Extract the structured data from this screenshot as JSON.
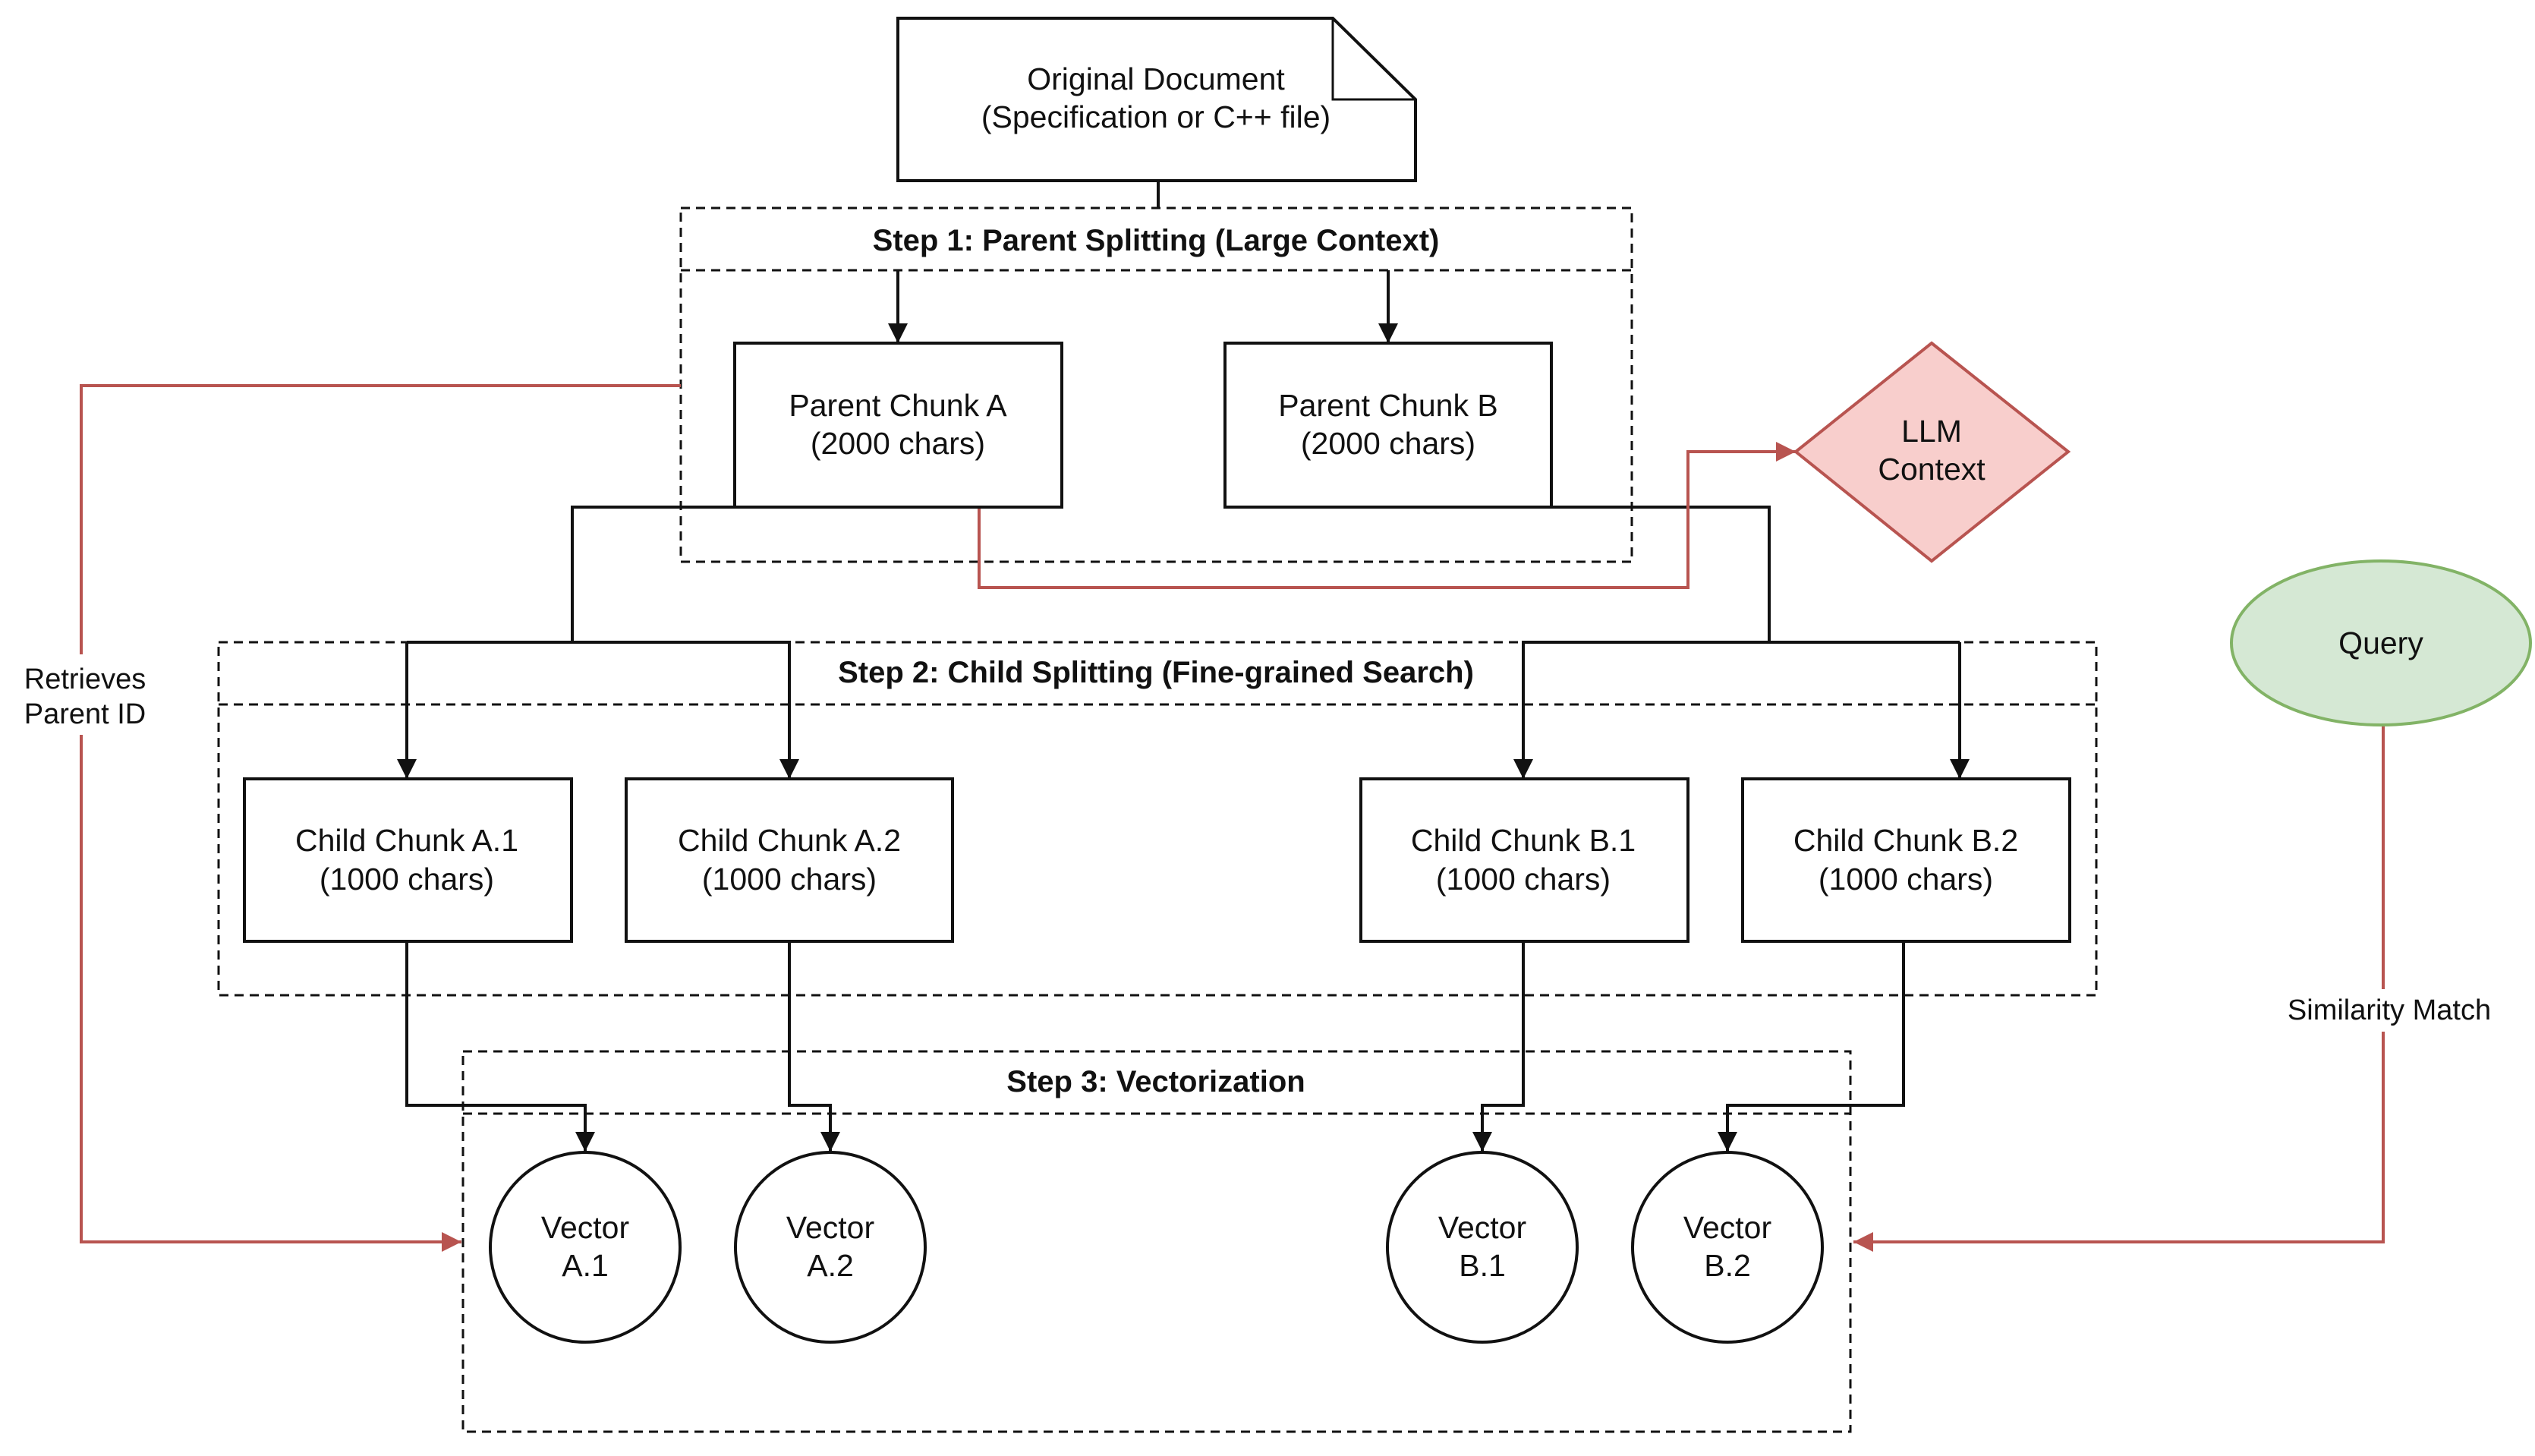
{
  "diagram": {
    "document": {
      "line1": "Original Document",
      "line2": "(Specification or C++ file)"
    },
    "steps": [
      {
        "title": "Step 1: Parent Splitting (Large Context)"
      },
      {
        "title": "Step 2: Child Splitting (Fine-grained Search)"
      },
      {
        "title": "Step 3: Vectorization"
      }
    ],
    "parents": [
      {
        "line1": "Parent Chunk A",
        "line2": "(2000 chars)"
      },
      {
        "line1": "Parent Chunk B",
        "line2": "(2000 chars)"
      }
    ],
    "children": [
      {
        "line1": "Child Chunk A.1",
        "line2": "(1000 chars)"
      },
      {
        "line1": "Child Chunk A.2",
        "line2": "(1000 chars)"
      },
      {
        "line1": "Child Chunk B.1",
        "line2": "(1000 chars)"
      },
      {
        "line1": "Child Chunk B.2",
        "line2": "(1000 chars)"
      }
    ],
    "vectors": [
      {
        "line1": "Vector",
        "line2": "A.1"
      },
      {
        "line1": "Vector",
        "line2": "A.2"
      },
      {
        "line1": "Vector",
        "line2": "B.1"
      },
      {
        "line1": "Vector",
        "line2": "B.2"
      }
    ],
    "llm": {
      "line1": "LLM",
      "line2": "Context"
    },
    "query": {
      "label": "Query"
    },
    "edge_labels": {
      "retrieves_line1": "Retrieves",
      "retrieves_line2": "Parent ID",
      "similarity": "Similarity Match"
    },
    "colors": {
      "stroke": "#111111",
      "red_edge": "#b85450",
      "llm_fill": "#f8cecc",
      "query_fill": "#d5e8d4",
      "query_stroke": "#82b366"
    }
  }
}
